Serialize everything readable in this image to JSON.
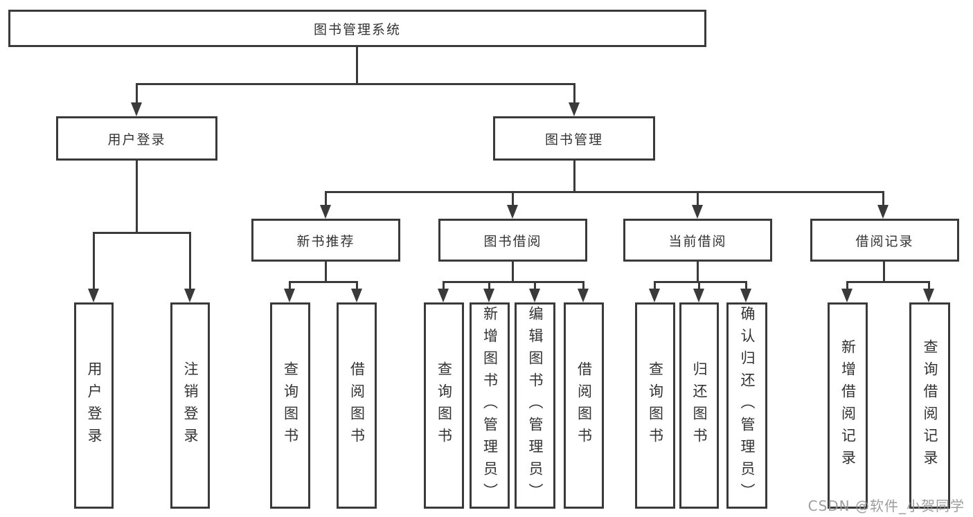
{
  "diagram": {
    "type": "hierarchy-tree",
    "colors": {
      "line": "#3a3a3a",
      "border": "#3a3a3a",
      "text": "#333333",
      "background": "#ffffff",
      "watermark": "#949494"
    },
    "watermark": "CSDN @软件_小贺同学",
    "nodes": {
      "root": "图书管理系统",
      "user_login_group": "用户登录",
      "book_mgmt_group": "图书管理",
      "new_book_rec": "新书推荐",
      "book_borrow": "图书借阅",
      "current_borrow": "当前借阅",
      "borrow_records": "借阅记录",
      "user_login": "用户登录",
      "logout": "注销登录",
      "nb_query_book": "查询图书",
      "nb_borrow_book": "借阅图书",
      "bb_query_book": "查询图书",
      "bb_add_book": "新增图书（管理员）",
      "bb_edit_book": "编辑图书（管理员）",
      "bb_borrow_book": "借阅图书",
      "cb_query_book": "查询图书",
      "cb_return_book": "归还图书",
      "cb_confirm_return": "确认归还（管理员）",
      "br_add_record": "新增借阅记录",
      "br_query_record": "查询借阅记录"
    },
    "tree": {
      "label": "图书管理系统",
      "children": [
        {
          "label": "用户登录",
          "children": [
            {
              "label": "用户登录"
            },
            {
              "label": "注销登录"
            }
          ]
        },
        {
          "label": "图书管理",
          "children": [
            {
              "label": "新书推荐",
              "children": [
                {
                  "label": "查询图书"
                },
                {
                  "label": "借阅图书"
                }
              ]
            },
            {
              "label": "图书借阅",
              "children": [
                {
                  "label": "查询图书"
                },
                {
                  "label": "新增图书（管理员）"
                },
                {
                  "label": "编辑图书（管理员）"
                },
                {
                  "label": "借阅图书"
                }
              ]
            },
            {
              "label": "当前借阅",
              "children": [
                {
                  "label": "查询图书"
                },
                {
                  "label": "归还图书"
                },
                {
                  "label": "确认归还（管理员）"
                }
              ]
            },
            {
              "label": "借阅记录",
              "children": [
                {
                  "label": "新增借阅记录"
                },
                {
                  "label": "查询借阅记录"
                }
              ]
            }
          ]
        }
      ]
    }
  }
}
